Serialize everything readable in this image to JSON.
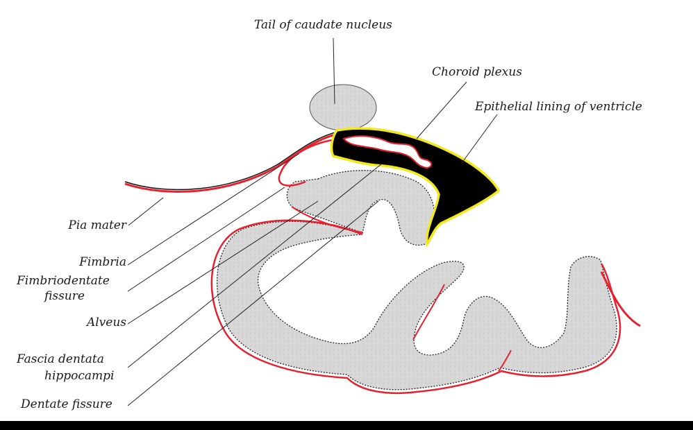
{
  "labels": {
    "tail_caudate": "Tail of caudate nucleus",
    "choroid_plexus": "Choroid plexus",
    "epithelial_lining": "Epithelial lining of ventricle",
    "pia_mater": "Pia mater",
    "fimbria": "Fimbria",
    "fimbriodentate_1": "Fimbriodentate",
    "fimbriodentate_2": "fissure",
    "alveus": "Alveus",
    "fascia_1": "Fascia dentata",
    "fascia_2": "hippocampi",
    "dentate_fissure": "Dentate fissure"
  },
  "colors": {
    "tissue": "#d6d6d6",
    "pia": "#e8202e",
    "ventricle": "#000000",
    "epithelium": "#f2e81a",
    "outline": "#222222"
  }
}
